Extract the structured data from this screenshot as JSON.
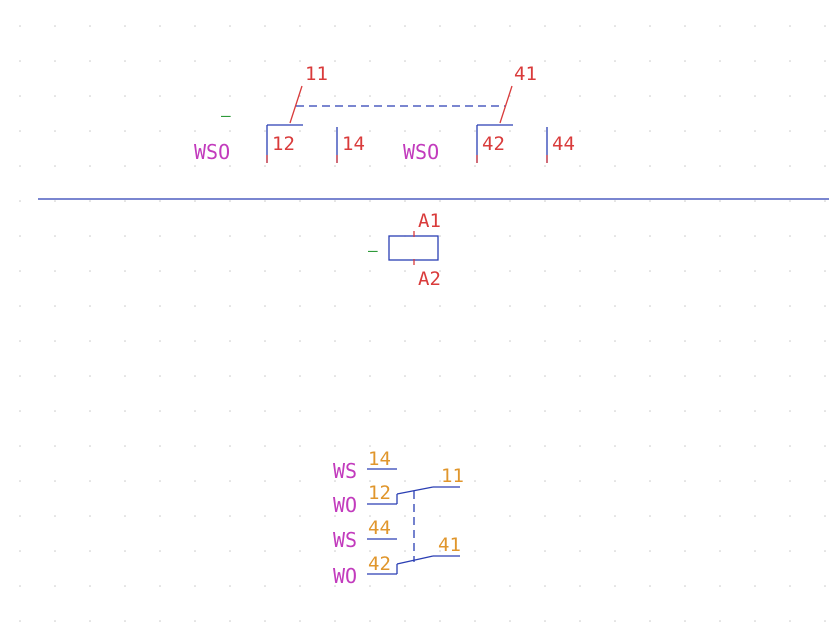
{
  "contact_block": {
    "minus_marker": "–",
    "contact1": {
      "label": "WSO",
      "top_pin": "11",
      "nc_pin": "12",
      "no_pin": "14"
    },
    "contact2": {
      "label": "WSO",
      "top_pin": "41",
      "nc_pin": "42",
      "no_pin": "44"
    }
  },
  "coil": {
    "minus_marker": "–",
    "pin_top": "A1",
    "pin_bottom": "A2"
  },
  "contact_table": {
    "rows": [
      {
        "label": "WS",
        "pin": "14"
      },
      {
        "label": "WO",
        "pin": "12"
      },
      {
        "label": "WS",
        "pin": "44"
      },
      {
        "label": "WO",
        "pin": "42"
      }
    ],
    "common_pins": [
      "11",
      "41"
    ]
  },
  "colors": {
    "wire": "#2a3eb3",
    "pin": "#d93b3b",
    "label": "#c23bbd",
    "table_pin": "#e0962c",
    "marker": "#2e9a3a"
  }
}
